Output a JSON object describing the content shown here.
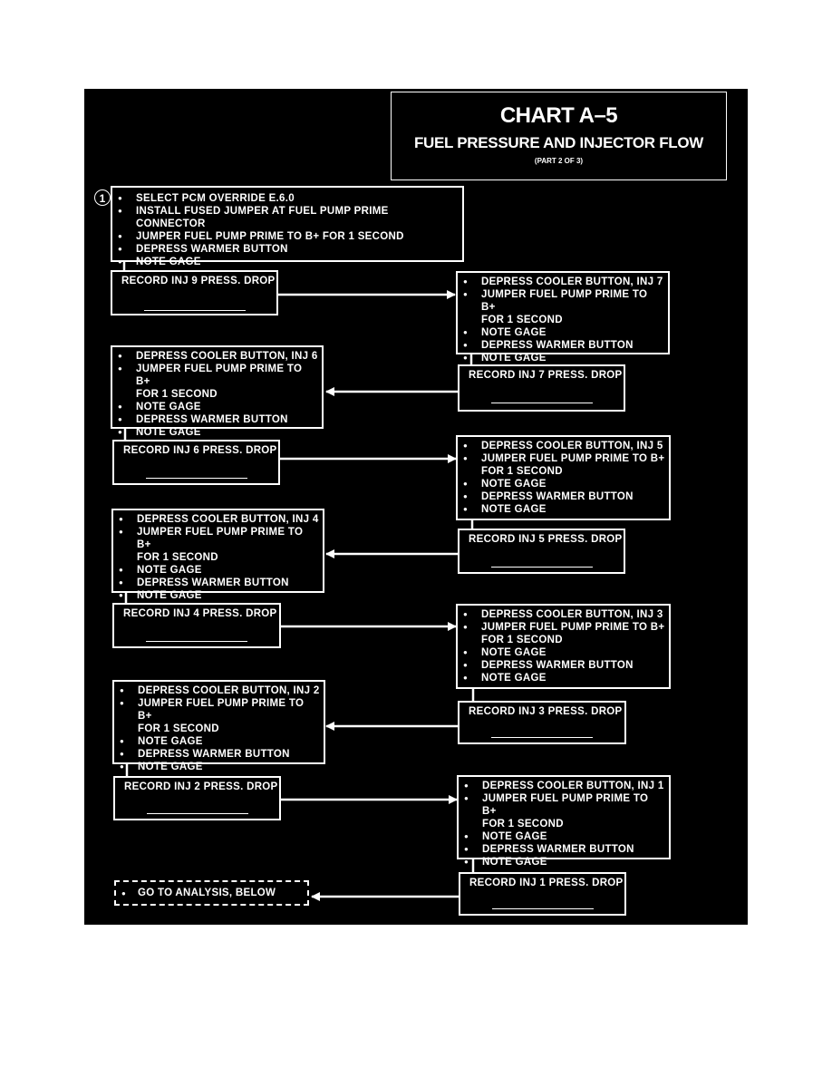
{
  "title": {
    "main": "CHART A–5",
    "sub": "FUEL PRESSURE AND INJECTOR FLOW",
    "part": "(PART 2 OF 3)"
  },
  "step_marker": "1",
  "start_box": {
    "items": [
      "SELECT PCM OVERRIDE E.6.0",
      "INSTALL FUSED JUMPER AT FUEL PUMP PRIME CONNECTOR",
      "JUMPER FUEL PUMP PRIME TO B+ FOR 1 SECOND",
      "DEPRESS WARMER BUTTON",
      "NOTE GAGE"
    ]
  },
  "records": {
    "inj9": "RECORD INJ 9 PRESS. DROP",
    "inj7": "RECORD INJ 7 PRESS. DROP",
    "inj6": "RECORD INJ 6 PRESS. DROP",
    "inj5": "RECORD INJ 5 PRESS. DROP",
    "inj4": "RECORD INJ 4 PRESS. DROP",
    "inj3": "RECORD INJ 3 PRESS. DROP",
    "inj2": "RECORD INJ 2 PRESS. DROP",
    "inj1": "RECORD INJ 1 PRESS. DROP"
  },
  "steps": {
    "inj7": [
      "DEPRESS COOLER BUTTON, INJ 7",
      "JUMPER FUEL PUMP PRIME TO B+\nFOR 1 SECOND",
      "NOTE GAGE",
      "DEPRESS WARMER BUTTON",
      "NOTE GAGE"
    ],
    "inj6": [
      "DEPRESS COOLER BUTTON, INJ 6",
      "JUMPER FUEL PUMP PRIME TO B+\nFOR 1 SECOND",
      "NOTE GAGE",
      "DEPRESS WARMER BUTTON",
      "NOTE GAGE"
    ],
    "inj5": [
      "DEPRESS COOLER BUTTON, INJ 5",
      "JUMPER FUEL PUMP PRIME TO B+\nFOR 1 SECOND",
      "NOTE GAGE",
      "DEPRESS WARMER BUTTON",
      "NOTE GAGE"
    ],
    "inj4": [
      "DEPRESS COOLER BUTTON, INJ 4",
      "JUMPER FUEL PUMP PRIME TO B+\nFOR 1 SECOND",
      "NOTE GAGE",
      "DEPRESS WARMER BUTTON",
      "NOTE GAGE"
    ],
    "inj3": [
      "DEPRESS COOLER BUTTON, INJ 3",
      "JUMPER FUEL PUMP PRIME TO B+\nFOR 1 SECOND",
      "NOTE GAGE",
      "DEPRESS WARMER BUTTON",
      "NOTE GAGE"
    ],
    "inj2": [
      "DEPRESS COOLER BUTTON, INJ 2",
      "JUMPER FUEL PUMP PRIME TO B+\nFOR 1 SECOND",
      "NOTE GAGE",
      "DEPRESS WARMER BUTTON",
      "NOTE GAGE"
    ],
    "inj1": [
      "DEPRESS COOLER BUTTON, INJ 1",
      "JUMPER FUEL PUMP PRIME TO B+\nFOR 1 SECOND",
      "NOTE GAGE",
      "DEPRESS WARMER BUTTON",
      "NOTE GAGE"
    ]
  },
  "analysis": "GO TO ANALYSIS, BELOW",
  "colors": {
    "background": "#000000",
    "foreground": "#ffffff",
    "page": "#ffffff"
  }
}
